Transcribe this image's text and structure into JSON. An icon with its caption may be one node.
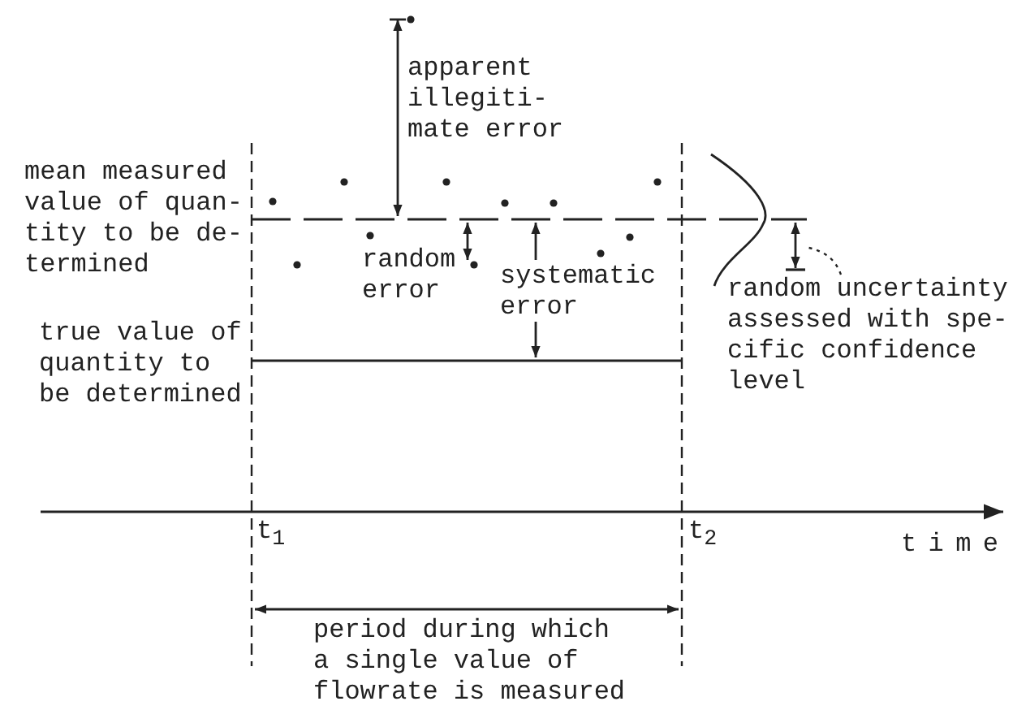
{
  "diagram": {
    "nodes": [
      {
        "text": [
          "random uncertainty assessed with spe- cific confidence level"
        ]
      },
      {
        "text": [],
        "shape": "bar"
      }
    ],
    "edges": [
      {
        "from": 0,
        "to": 1,
        "arrow": "none",
        "style": "dashed"
      }
    ],
    "labels": [
      "apparent illegiti- mate error",
      "mean measured value of quan- tity to be de- termined",
      "random error",
      "systematic error",
      "true value of quantity to be determined",
      "t$_{1}$",
      "t$_{2}$",
      "time",
      "period during which a single value of flowrate is measured"
    ]
  }
}
